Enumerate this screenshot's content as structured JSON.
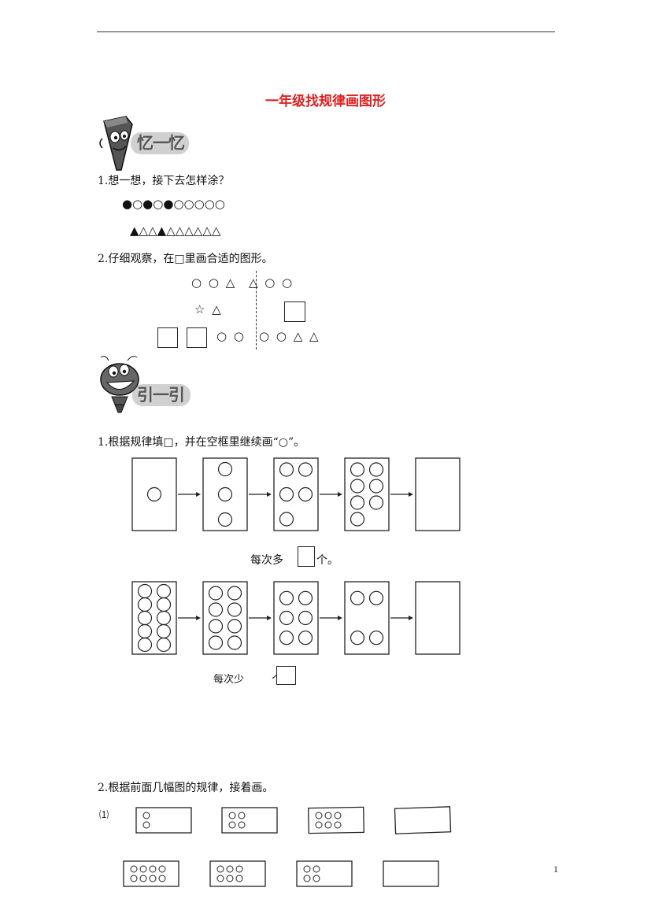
{
  "title": "一年级找规律画图形",
  "section1": {
    "badge": "忆一忆",
    "q1": {
      "text": "1.想一想，接下去怎样涂？",
      "row1": "●○●○●○○○○○",
      "row2": "▲△△▲△△△△△△"
    },
    "q2": {
      "text": "2.仔细观察，在□里画合适的图形。",
      "row1_left": "○ ○ △",
      "row1_right": "△ ○ ○",
      "row2_left": "☆ △",
      "row3_left": "○ ○",
      "row3_right": "○ ○ △ △"
    }
  },
  "section2": {
    "badge": "引一引",
    "q1": {
      "text": "1.根据规律填□，并在空框里继续画“○”。",
      "sequence1_counts": [
        1,
        3,
        5,
        7
      ],
      "note1_prefix": "每次多",
      "note1_suffix": "个。",
      "sequence2_counts": [
        10,
        8,
        6,
        4
      ],
      "note2_prefix": "每次少",
      "note2_suffix": "个"
    },
    "q2": {
      "text": "2.根据前面几幅图的规律，接着画。",
      "label": "⑴",
      "row1_counts": [
        2,
        4,
        6
      ],
      "row2_counts": [
        8,
        6,
        4
      ]
    }
  },
  "page_number": "1"
}
